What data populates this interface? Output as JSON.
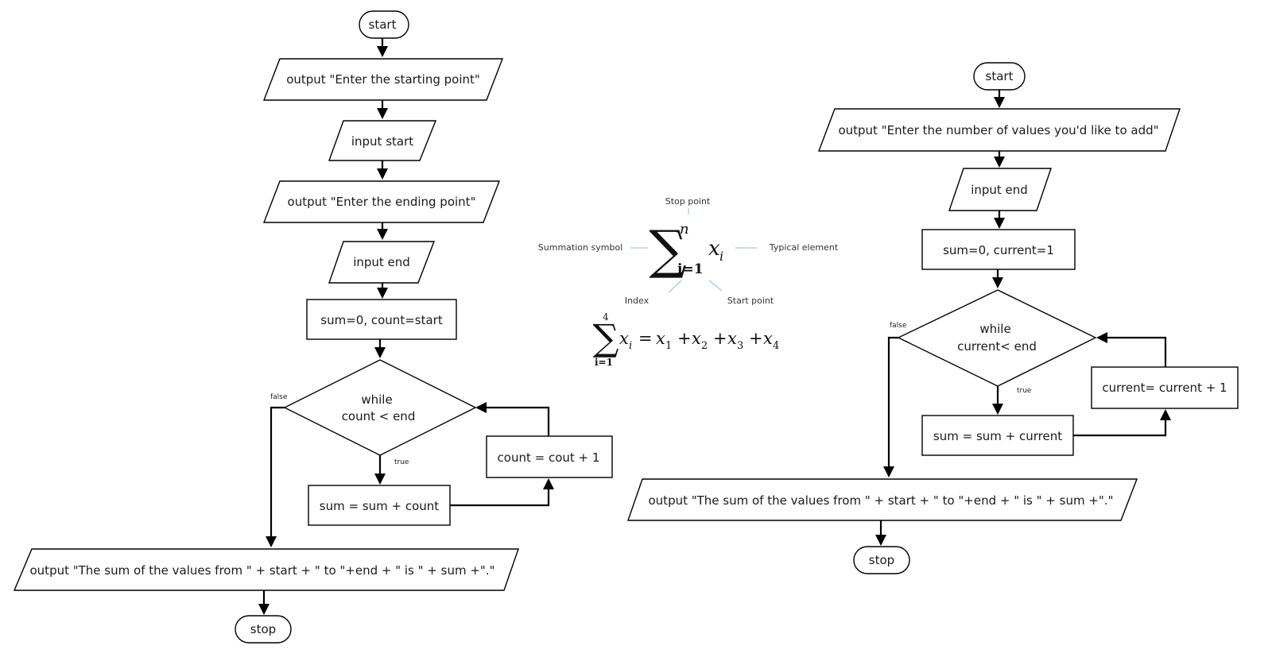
{
  "left_flowchart": {
    "start": "start",
    "output_start": "output \"Enter the starting point\"",
    "input_start": "input start",
    "output_end": "output \"Enter the ending point\"",
    "input_end": "input end",
    "init": "sum=0, count=start",
    "loop_line1": "while",
    "loop_line2": "count < end",
    "false_label": "false",
    "true_label": "true",
    "body": "sum = sum + count",
    "increment": "count = cout + 1",
    "result": "output \"The sum of the values from \" + start +  \" to \"+end + \" is \" + sum +\".\"",
    "stop": "stop"
  },
  "right_flowchart": {
    "start": "start",
    "output_count": "output \"Enter the number of values you'd like to add\"",
    "input_end": "input end",
    "init": "sum=0, current=1",
    "loop_line1": "while",
    "loop_line2": "current< end",
    "false_label": "false",
    "true_label": "true",
    "body": "sum = sum + current",
    "increment": "current= current + 1",
    "result": "output \"The sum of the values from \" + start +  \" to \"+end + \" is \" + sum +\".\"",
    "stop": "stop"
  },
  "summation_notation": {
    "stop_point": "Stop point",
    "summation_symbol": "Summation symbol",
    "typical_element": "Typical element",
    "index": "Index",
    "start_point": "Start point",
    "sigma": "∑",
    "upper": "n",
    "lower": "i=1",
    "term_base": "x",
    "term_sub": "i",
    "example": {
      "sigma": "∑",
      "upper": "4",
      "lower": "i=1",
      "lhs_base": "x",
      "lhs_sub": "i",
      "equals": "=",
      "terms": [
        {
          "base": "x",
          "sub": "1"
        },
        {
          "base": "x",
          "sub": "2"
        },
        {
          "base": "x",
          "sub": "3"
        },
        {
          "base": "x",
          "sub": "4"
        }
      ],
      "plus": "+"
    }
  }
}
